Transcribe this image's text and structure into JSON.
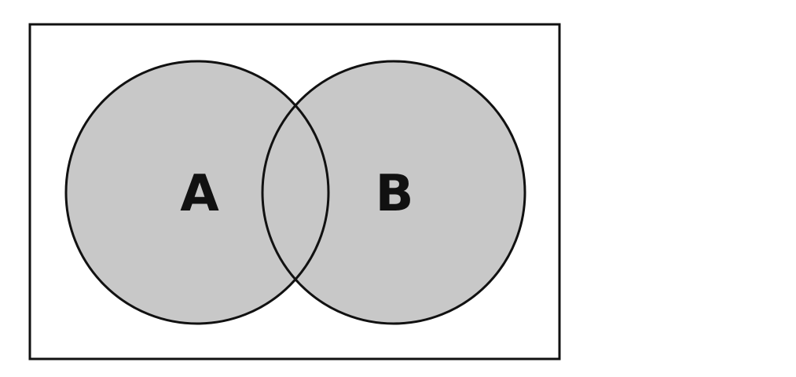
{
  "diagram": {
    "type": "venn",
    "sets": [
      {
        "label": "A",
        "shaded": true
      },
      {
        "label": "B",
        "shaded": true
      }
    ],
    "intersection_shaded": true,
    "universe_shaded": false,
    "colors": {
      "fill": "#c8c8c8",
      "stroke": "#111111",
      "background": "#ffffff"
    }
  }
}
